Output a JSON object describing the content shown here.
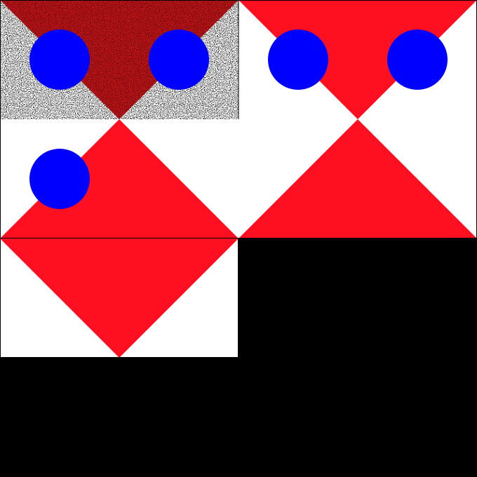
{
  "colors": {
    "background": "#000000",
    "panel": "#ffffff",
    "border": "#000000",
    "diamond": "#ff1020",
    "dot": "#0000ff",
    "noise_light": "#ffffff",
    "noise_dark": "#000000",
    "noise_red": "#cc1418"
  },
  "panels": [
    {
      "id": "top-left",
      "style": "noisy",
      "dots": 2
    },
    {
      "id": "top-right",
      "style": "plain",
      "dots": 2
    },
    {
      "id": "middle-left",
      "style": "plain",
      "dots": 1
    },
    {
      "id": "middle-right",
      "style": "plain",
      "dots": 0
    }
  ]
}
